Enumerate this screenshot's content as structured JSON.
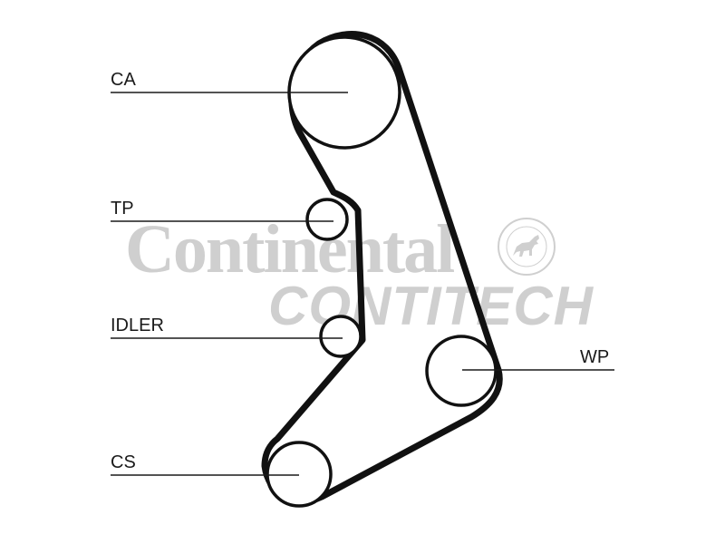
{
  "watermark": {
    "brand": "Continental",
    "subbrand": "CONTITECH"
  },
  "labels": {
    "camshaft": "CA",
    "tensioner": "TP",
    "idler": "IDLER",
    "water_pump": "WP",
    "crankshaft": "CS"
  },
  "colors": {
    "belt": "#111111",
    "watermark": "#cfcfcf",
    "background": "#ffffff"
  }
}
